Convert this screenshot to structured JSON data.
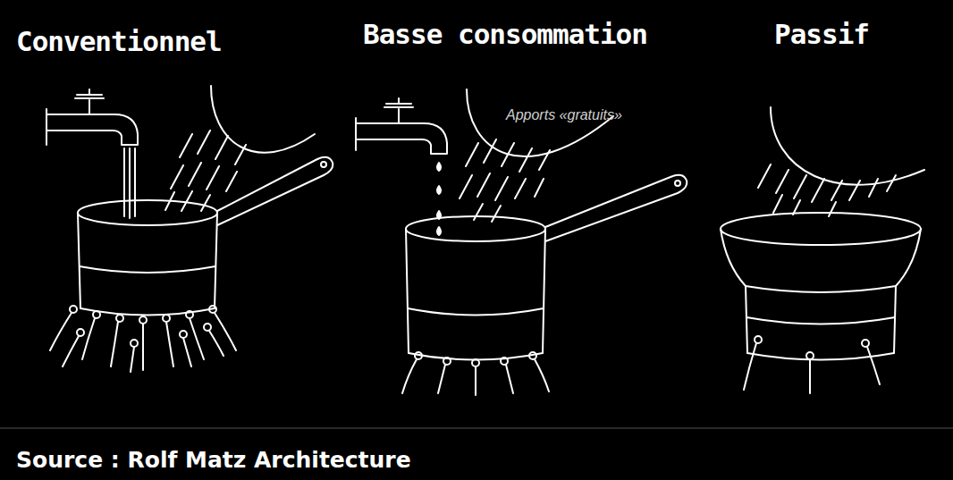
{
  "diagram": {
    "caption": "Source : Rolf Matz Architecture",
    "labels": [
      "Conventionnel",
      "Basse consommation",
      "Passif",
      "Apports «gratuits»"
    ]
  }
}
